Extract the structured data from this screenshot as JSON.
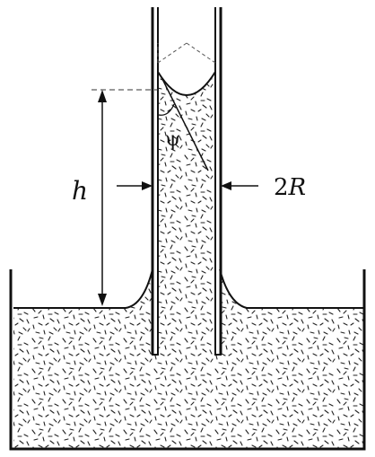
{
  "diagram": {
    "labels": {
      "height": "h",
      "diameter_coef": "2",
      "diameter_var": "R",
      "contact_angle": "ψ"
    },
    "colors": {
      "stroke": "#111111",
      "liquid_fill": "#ffffff",
      "speckle": "#222222",
      "background": "#ffffff"
    }
  }
}
